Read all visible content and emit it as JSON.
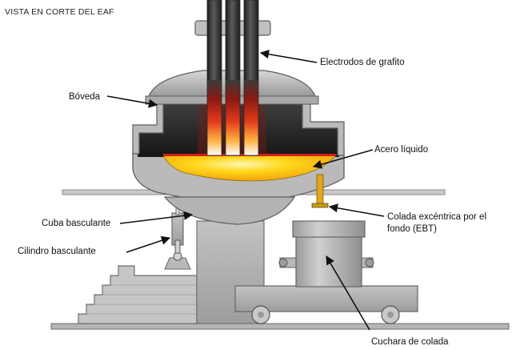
{
  "title": "VISTA EN CORTE DEL EAF",
  "labels": {
    "electrodos": "Electrodos de grafito",
    "boveda": "Bóveda",
    "acero": "Acero líquido",
    "cuba": "Cuba basculante",
    "colada_line1": "Colada excéntrica por el",
    "colada_line2": "fondo (EBT)",
    "cilindro": "Cilindro basculante",
    "cuchara": "Cuchara de colada"
  },
  "colors": {
    "steel_gray": "#a9aaa9",
    "dark_shell": "#2c2c2c",
    "liquid_steel": "#ffd21a",
    "hot_red": "#d0201a",
    "electrode": "#3b3b3b"
  }
}
